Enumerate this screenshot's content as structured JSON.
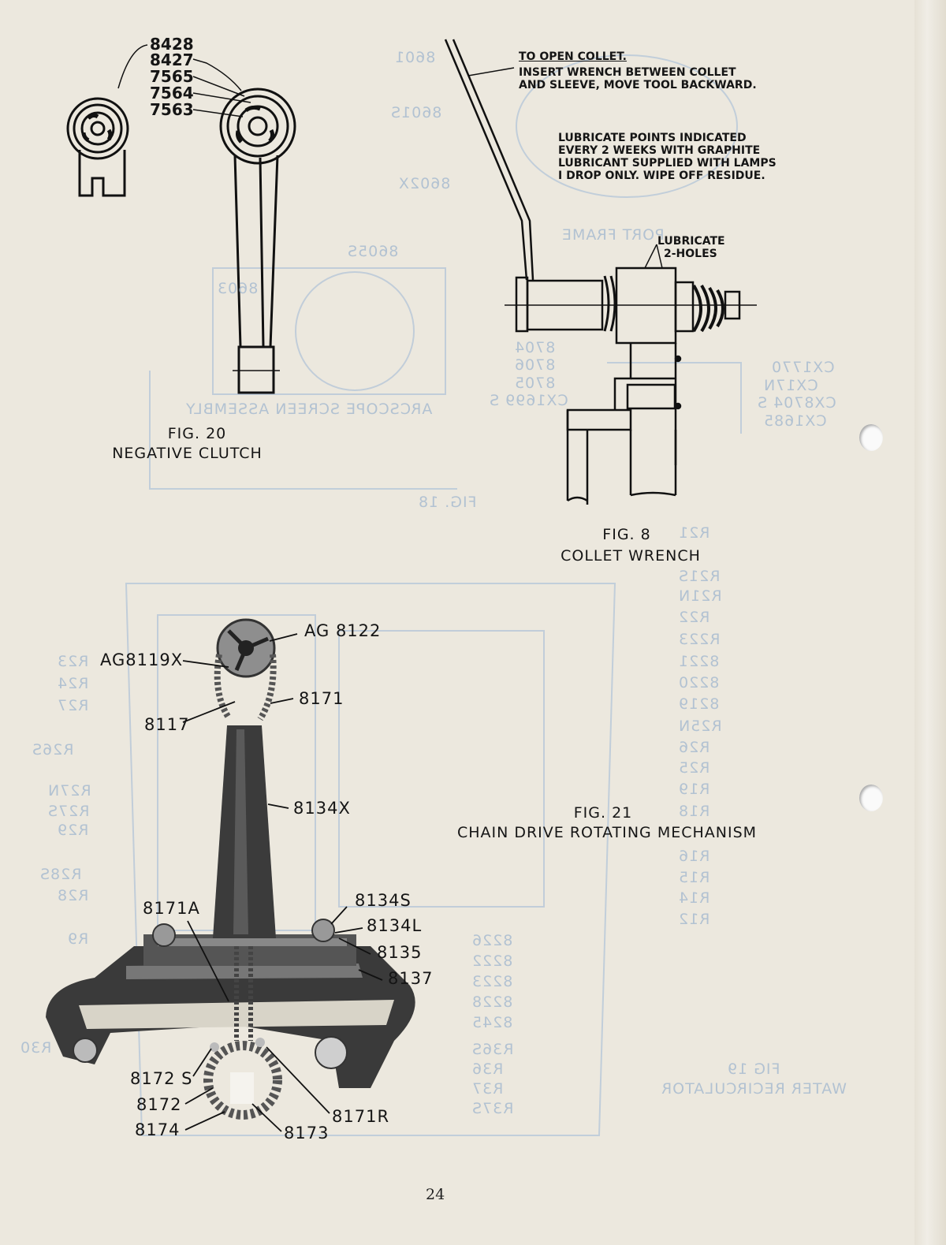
{
  "page_number": "24",
  "fig20": {
    "caption_num": "FIG. 20",
    "caption_title": "NEGATIVE CLUTCH",
    "labels": [
      "8428",
      "8427",
      "7565",
      "7564",
      "7563"
    ]
  },
  "fig8": {
    "caption_num": "FIG. 8",
    "caption_title": "COLLET WRENCH",
    "note_open_title": "TO OPEN COLLET.",
    "note_open_lines": [
      "INSERT WRENCH BETWEEN COLLET",
      "AND SLEEVE, MOVE TOOL BACKWARD."
    ],
    "note_lube_lines": [
      "LUBRICATE POINTS INDICATED",
      "EVERY 2 WEEKS WITH GRAPHITE",
      "LUBRICANT SUPPLIED WITH LAMPS",
      "I DROP ONLY. WIPE OFF RESIDUE."
    ],
    "lube_holes": [
      "LUBRICATE",
      "2-HOLES"
    ]
  },
  "fig21": {
    "caption_num": "FIG. 21",
    "caption_title": "CHAIN DRIVE ROTATING MECHANISM",
    "labels": {
      "ag8122": "AG 8122",
      "ag8119x": "AG8119X",
      "p8171": "8171",
      "p8117": "8117",
      "p8134x": "8134X",
      "p8171a": "8171A",
      "p8134s": "8134S",
      "p8134l": "8134L",
      "p8135": "8135",
      "p8137": "8137",
      "p8172s": "8172 S",
      "p8172": "8172",
      "p8174": "8174",
      "p8173": "8173",
      "p8171r": "8171R"
    }
  },
  "bleed_through": {
    "top": [
      "8601",
      "8601S",
      "8602X",
      "8603",
      "8605S",
      "PORT FRAME",
      "ARCSCOPE SCREEN ASSEMBLY",
      "FIG. 18",
      "CX17N",
      "CX1770",
      "CX8704 S",
      "CX1685",
      "CX1699 S",
      "8704",
      "8706",
      "8705"
    ],
    "right_column": [
      "R21",
      "R21S",
      "R21N",
      "R22",
      "R223",
      "8221",
      "8220",
      "8219",
      "R25N",
      "R26",
      "R25",
      "R19",
      "R18",
      "R16",
      "R15",
      "R14",
      "R12"
    ],
    "left_column": [
      "R23",
      "R24",
      "R27",
      "R26S",
      "R27N",
      "R27S",
      "R29",
      "R28S",
      "R28",
      "R9",
      "R30"
    ],
    "bottom_center": [
      "8226",
      "8222",
      "8223",
      "8228",
      "8245",
      "R36S",
      "R36",
      "R37",
      "R37S"
    ],
    "bottom_right": [
      "FIG 19",
      "WATER RECIRCULATOR"
    ]
  }
}
